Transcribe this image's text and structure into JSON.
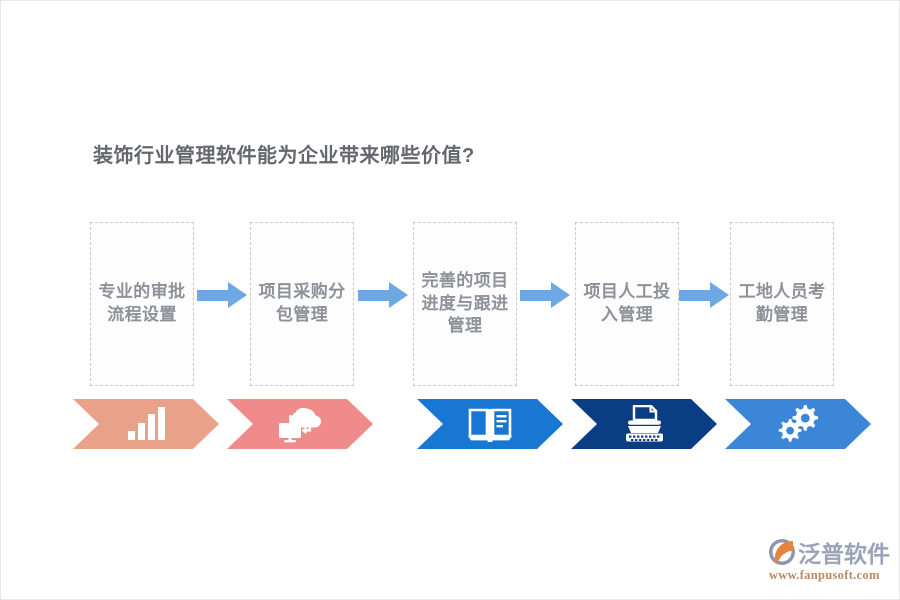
{
  "page": {
    "title": "装饰行业管理软件能为企业带来哪些价值?",
    "background_color": "#ffffff",
    "title_color": "#64686e"
  },
  "flow": {
    "arrow_color": "#6ea8e4",
    "box_border_color": "#c6c9cc",
    "box_text_color": "#8d9199",
    "steps": [
      {
        "id": "step-1",
        "label": "专业的审批流程设置",
        "lines": [
          "专业的",
          "审批流",
          "程设置"
        ],
        "banner_color": "#e9a189",
        "icon": "bar-chart-icon"
      },
      {
        "id": "step-2",
        "label": "项目采购分包管理",
        "lines": [
          "项目采购",
          "分包管理"
        ],
        "banner_color": "#ef8b8b",
        "icon": "cloud-sync-monitor-icon"
      },
      {
        "id": "step-3",
        "label": "完善的项目进度与跟进管理",
        "lines": [
          "完善的项",
          "目进度与",
          "跟进管理"
        ],
        "banner_color": "#1877d2",
        "icon": "open-book-icon"
      },
      {
        "id": "step-4",
        "label": "项目人工投入管理",
        "lines": [
          "项目人工",
          "投入管理"
        ],
        "banner_color": "#0b3d85",
        "icon": "typewriter-icon"
      },
      {
        "id": "step-5",
        "label": "工地人员考勤管理",
        "lines": [
          "工地人员",
          "考勤管理"
        ],
        "banner_color": "#3c86d8",
        "icon": "gears-icon"
      }
    ],
    "connectors": [
      {
        "id": "connector-1",
        "from": "step-1",
        "to": "step-2"
      },
      {
        "id": "connector-2",
        "from": "step-2",
        "to": "step-3"
      },
      {
        "id": "connector-3",
        "from": "step-3",
        "to": "step-4"
      },
      {
        "id": "connector-4",
        "from": "step-4",
        "to": "step-5"
      }
    ]
  },
  "logo": {
    "brand": "泛普软件",
    "url": "www.fanpusoft.com",
    "brand_color": "#9aa3b8",
    "url_color": "#b98a62",
    "mark_orange": "#e8853c",
    "mark_gray": "#8d96ac"
  }
}
